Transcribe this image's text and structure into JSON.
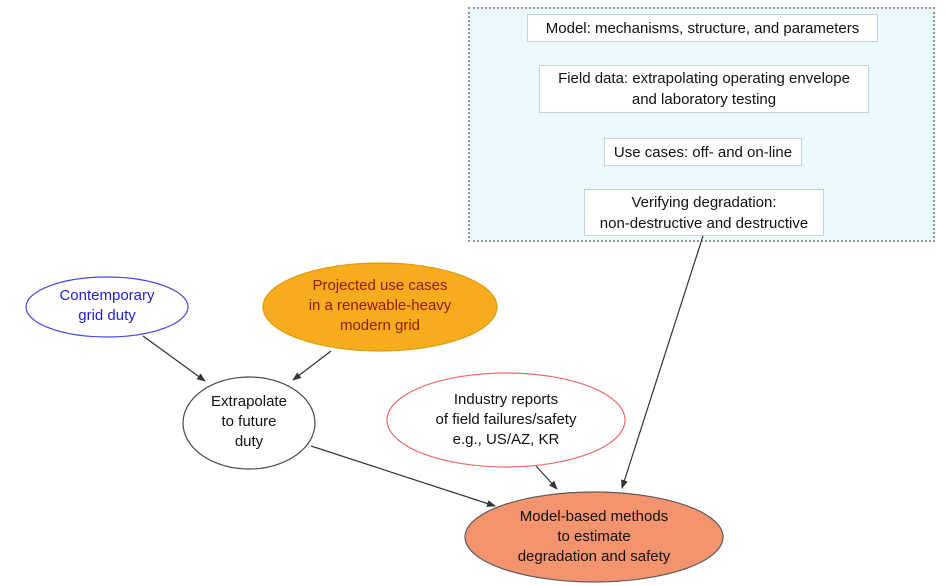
{
  "panel": {
    "boxes": [
      {
        "id": "model",
        "text": "Model: mechanisms, structure, and parameters"
      },
      {
        "id": "field_data",
        "text": "Field data: extrapolating operating envelope\nand laboratory testing"
      },
      {
        "id": "use_cases",
        "text": "Use cases: off- and on-line"
      },
      {
        "id": "verifying",
        "text": "Verifying degradation:\nnon-destructive and destructive"
      }
    ]
  },
  "nodes": {
    "contemporary": {
      "label": "Contemporary\ngrid duty",
      "text_color": "#1f1fd4",
      "fill": "#ffffff",
      "stroke": "#4646e0"
    },
    "projected": {
      "label": "Projected use cases\nin a renewable-heavy\nmodern grid",
      "text_color": "#8e1a10",
      "fill": "#f6ac1d",
      "stroke": "#df9b10"
    },
    "extrapolate": {
      "label": "Extrapolate\nto future\nduty",
      "text_color": "#111111",
      "fill": "#ffffff",
      "stroke": "#4a4a4a"
    },
    "industry": {
      "label": "Industry reports\nof field failures/safety\ne.g., US/AZ, KR",
      "text_color": "#111111",
      "fill": "#ffffff",
      "stroke": "#ef6a6a"
    },
    "model_based": {
      "label": "Model-based methods\nto estimate\ndegradation and safety",
      "text_color": "#111111",
      "fill": "#f3946e",
      "stroke": "#5a5a5a"
    }
  },
  "colors": {
    "panel_bg": "#eafafc",
    "panel_border": "#979797",
    "box_border": "#c6d2d4",
    "arrow": "#333333"
  }
}
